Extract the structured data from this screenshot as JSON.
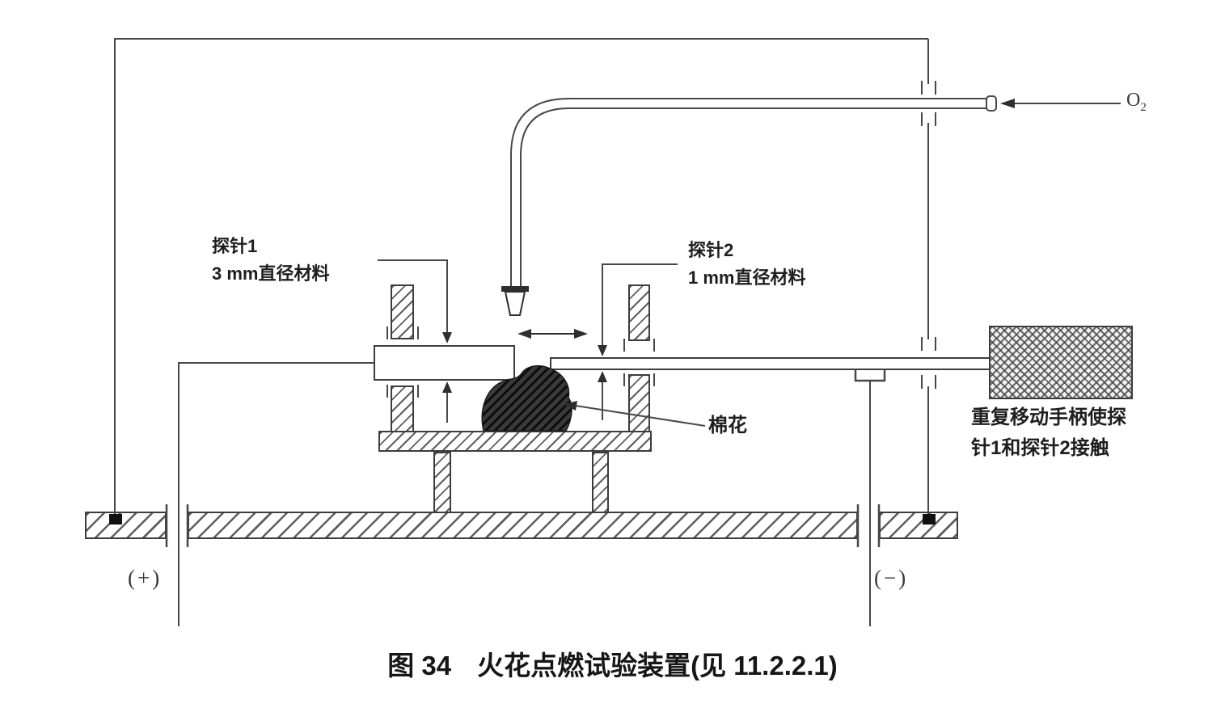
{
  "figure_caption": {
    "prefix": "图 34",
    "title": "火花点燃试验装置(见 11.2.2.1)"
  },
  "annotations": {
    "probe1": {
      "title": "探针1",
      "spec": "3 mm直径材料"
    },
    "probe2": {
      "title": "探针2",
      "spec": "1 mm直径材料"
    },
    "cotton": "棉花",
    "oxygen": {
      "symbol": "O",
      "subscript": "2"
    },
    "handle_note": {
      "line1": "重复移动手柄使探",
      "line2": "针1和探针2接触"
    },
    "terminals": {
      "positive": "(+)",
      "negative": "(−)"
    }
  },
  "colors": {
    "line": "#474747",
    "hatch": "#6e6e6e",
    "text": "#1e1e1e",
    "terminal": "#101010",
    "background": "#ffffff"
  }
}
